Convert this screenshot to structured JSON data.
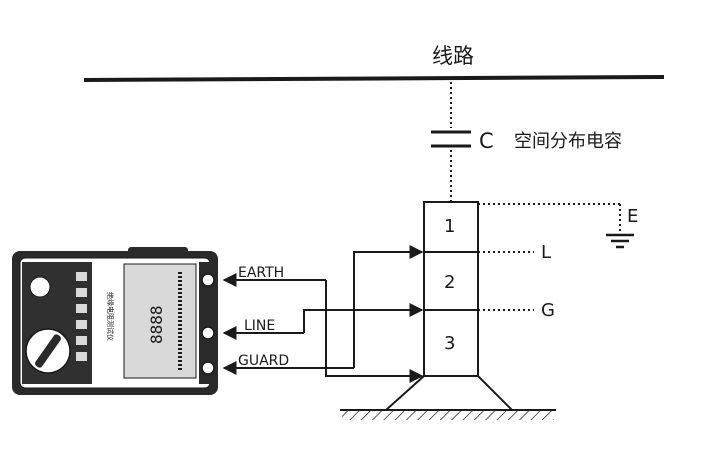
{
  "line_title": "线路",
  "capacitor": {
    "symbol": "C",
    "label": "空间分布电容"
  },
  "ground_label": "E",
  "terminals": {
    "earth": "EARTH",
    "line": "LINE",
    "guard": "GUARD"
  },
  "insulator": {
    "sections": [
      "1",
      "2",
      "3"
    ],
    "taps": {
      "L": "L",
      "G": "G"
    }
  },
  "meter": {
    "panel_text": "绝缘电阻测试仪",
    "lcd_digits": "8888"
  },
  "colors": {
    "ink": "#1a1a1a",
    "meter_body": "#2a2a2a",
    "lcd": "#d9d9d9"
  }
}
